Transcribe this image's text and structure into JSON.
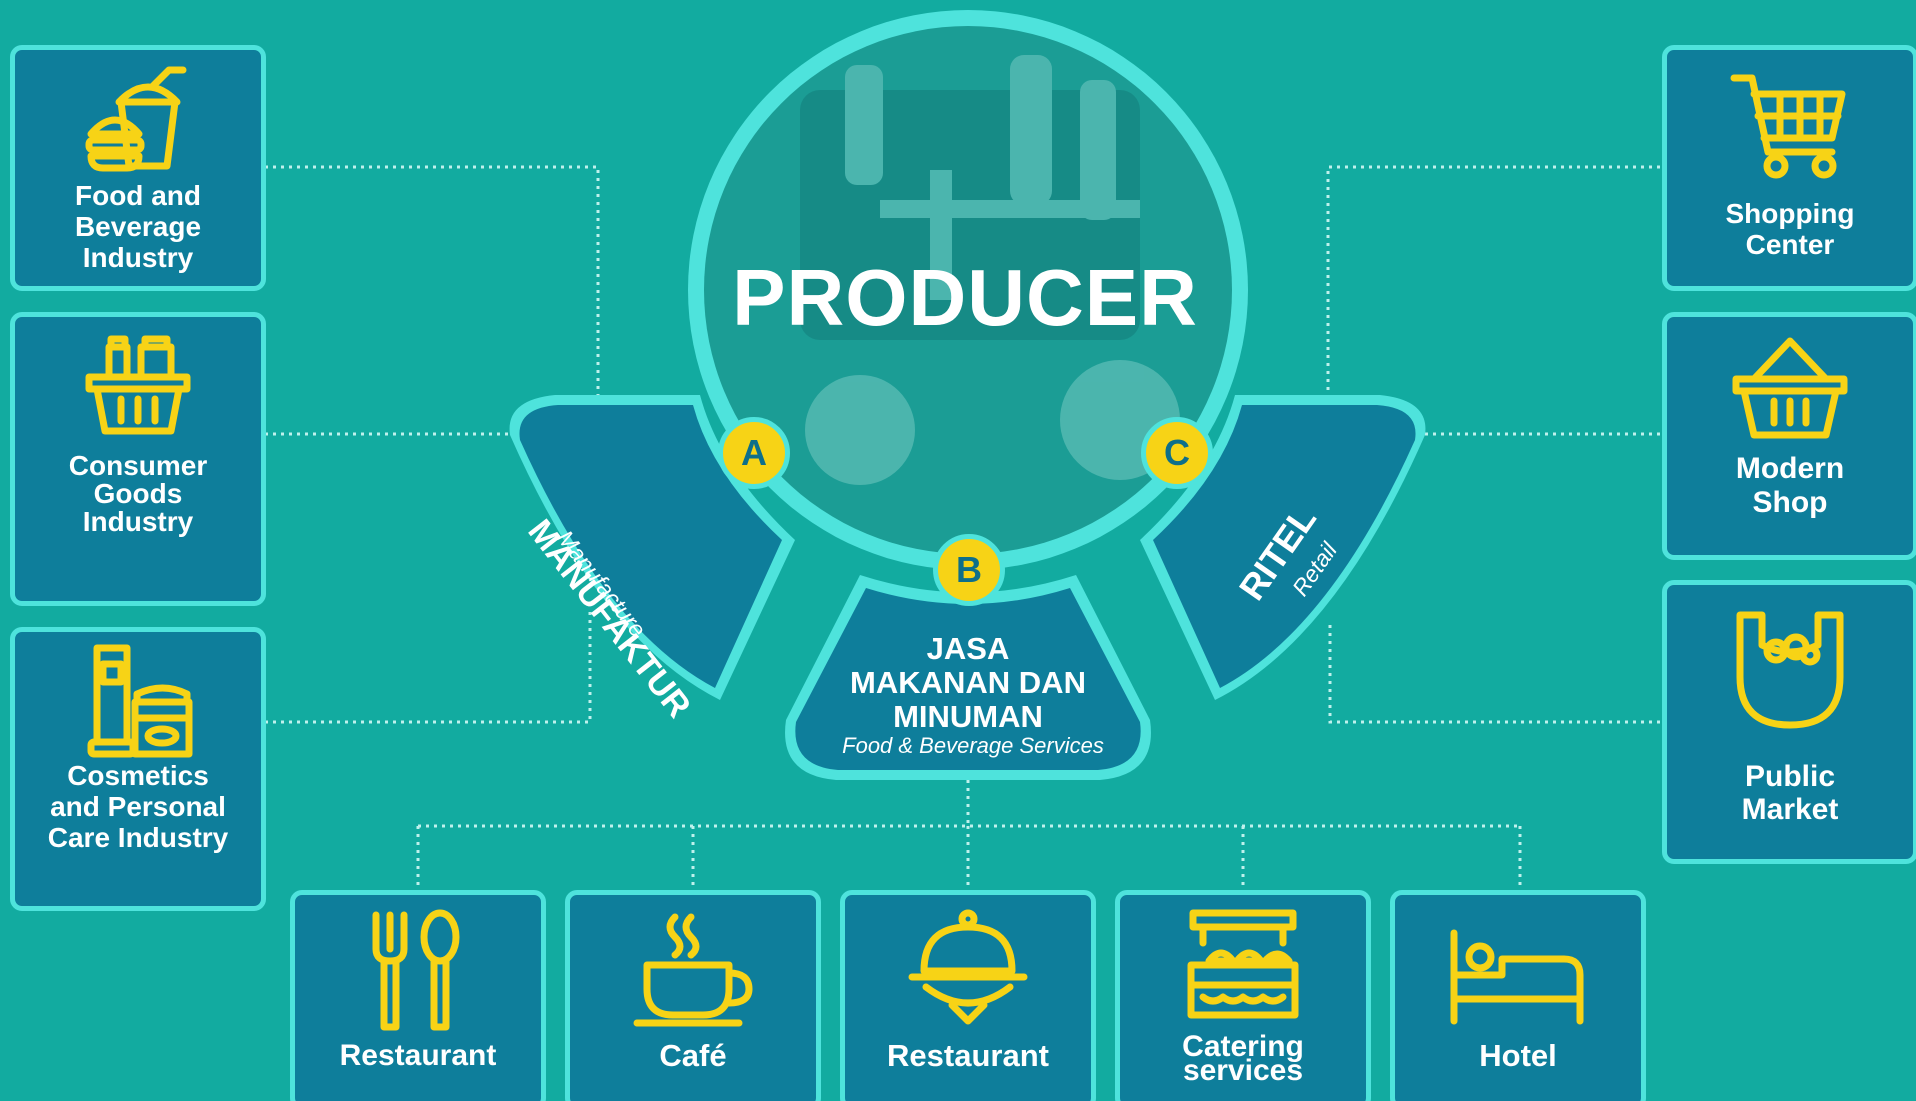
{
  "title": "PRODUCER",
  "colors": {
    "background": "#12aba0",
    "card": "#0e7e9b",
    "card_border": "#4ee3dc",
    "icon": "#f7d316",
    "badge": "#f7d316",
    "text": "#ffffff"
  },
  "segments": {
    "a": {
      "badge": "A",
      "title": "MANUFAKTUR",
      "subtitle": "Manufacture"
    },
    "b": {
      "badge": "B",
      "title_lines": [
        "JASA",
        "MAKANAN DAN",
        "MINUMAN"
      ],
      "subtitle": "Food & Beverage Services"
    },
    "c": {
      "badge": "C",
      "title": "RITEL",
      "subtitle": "Retail"
    }
  },
  "left_cards": [
    {
      "label_lines": [
        "Food and",
        "Beverage",
        "Industry"
      ],
      "icon": "burger-drink-icon"
    },
    {
      "label_lines": [
        "Consumer",
        "Goods",
        "Industry"
      ],
      "icon": "grocery-basket-icon"
    },
    {
      "label_lines": [
        "Cosmetics",
        "and Personal",
        "Care Industry"
      ],
      "icon": "cosmetics-icon"
    }
  ],
  "right_cards": [
    {
      "label_lines": [
        "Shopping",
        "Center"
      ],
      "icon": "shopping-cart-icon"
    },
    {
      "label_lines": [
        "Modern",
        "Shop"
      ],
      "icon": "basket-icon"
    },
    {
      "label_lines": [
        "Public",
        "Market"
      ],
      "icon": "market-bag-icon"
    }
  ],
  "bottom_cards": [
    {
      "label_lines": [
        "Restaurant"
      ],
      "icon": "fork-spoon-icon"
    },
    {
      "label_lines": [
        "Café"
      ],
      "icon": "coffee-cup-icon"
    },
    {
      "label_lines": [
        "Restaurant"
      ],
      "icon": "cloche-icon"
    },
    {
      "label_lines": [
        "Catering",
        "services"
      ],
      "icon": "buffet-icon"
    },
    {
      "label_lines": [
        "Hotel"
      ],
      "icon": "bed-icon"
    }
  ]
}
